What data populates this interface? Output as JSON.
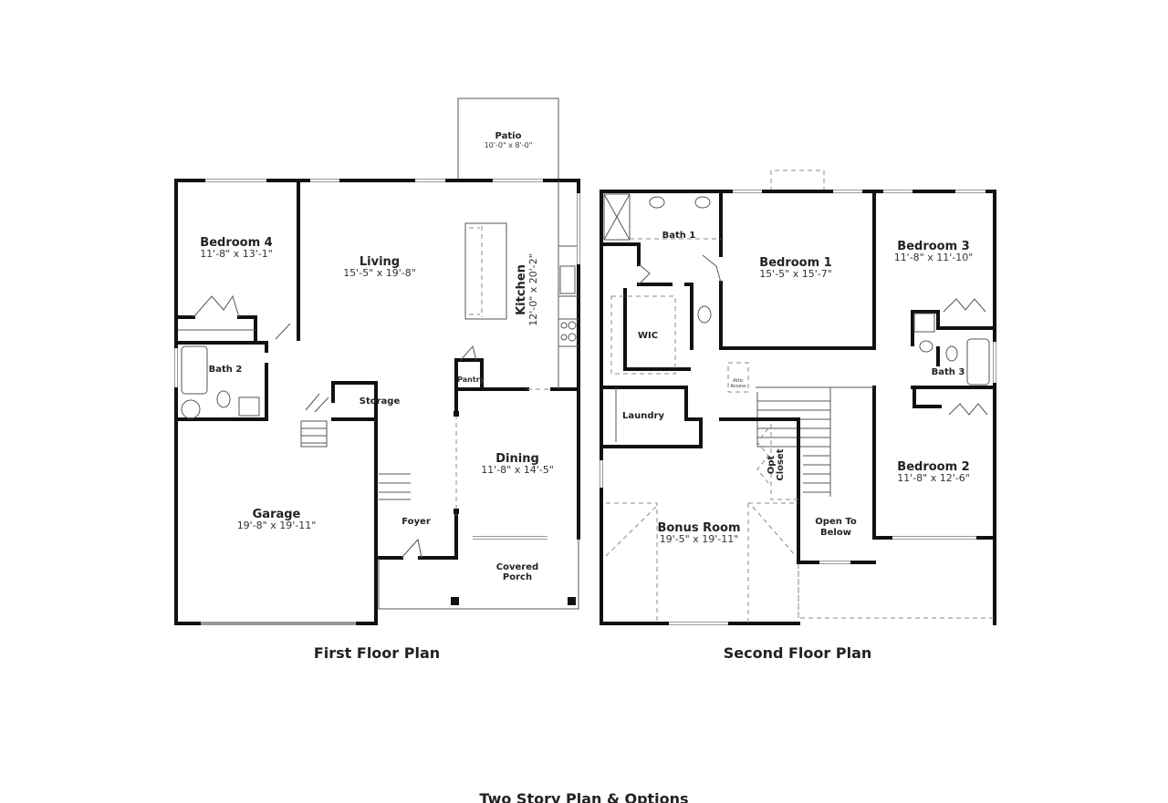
{
  "first_floor": {
    "title": "First Floor Plan",
    "rooms": {
      "patio": {
        "name": "Patio",
        "size": "10'-0\" x 8'-0\""
      },
      "bedroom4": {
        "name": "Bedroom 4",
        "size": "11'-8\" x 13'-1\""
      },
      "living": {
        "name": "Living",
        "size": "15'-5\" x 19'-8\""
      },
      "kitchen": {
        "name": "Kitchen",
        "size": "12'-0\" x 20'-2\""
      },
      "bath2": {
        "name": "Bath 2"
      },
      "pantry": {
        "name": "Pantry"
      },
      "storage": {
        "name": "Storage"
      },
      "dining": {
        "name": "Dining",
        "size": "11'-8\" x 14'-5\""
      },
      "garage": {
        "name": "Garage",
        "size": "19'-8\" x 19'-11\""
      },
      "foyer": {
        "name": "Foyer"
      },
      "porch": {
        "name_line1": "Covered",
        "name_line2": "Porch"
      }
    }
  },
  "second_floor": {
    "title": "Second Floor Plan",
    "rooms": {
      "bath1": {
        "name": "Bath 1"
      },
      "bedroom1": {
        "name": "Bedroom 1",
        "size": "15'-5\" x 15'-7\""
      },
      "bedroom3": {
        "name": "Bedroom 3",
        "size": "11'-8\" x 11'-10\""
      },
      "wic": {
        "name": "WIC"
      },
      "bath3": {
        "name": "Bath 3"
      },
      "attic": {
        "name_line1": "Attic",
        "name_line2": "Access"
      },
      "laundry": {
        "name": "Laundry"
      },
      "opt_closet": {
        "name_line1": "Opt",
        "name_line2": "Closet"
      },
      "bedroom2": {
        "name": "Bedroom 2",
        "size": "11'-8\" x 12'-6\""
      },
      "bonus": {
        "name": "Bonus Room",
        "size": "19'-5\" x 19'-11\""
      },
      "open_below": {
        "name_line1": "Open To",
        "name_line2": "Below"
      }
    }
  },
  "footer": {
    "title": "Two Story Plan & Options"
  }
}
